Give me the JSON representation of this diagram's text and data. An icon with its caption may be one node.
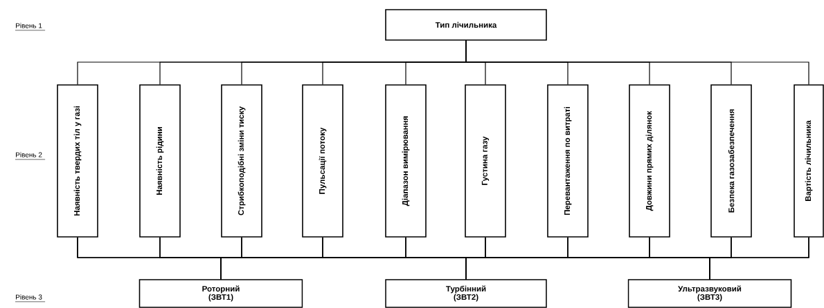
{
  "diagram": {
    "nodes": [
      {
        "text": [
          "Тип лічильника"
        ]
      },
      {
        "text": [
          "Наявність твердих тіл у газі"
        ]
      },
      {
        "text": [
          "Наявність рідини"
        ]
      },
      {
        "text": [
          "Стрибкоподібні зміни тиску"
        ]
      },
      {
        "text": [
          "Пульсації потоку"
        ]
      },
      {
        "text": [
          "Діапазон вимірювання"
        ]
      },
      {
        "text": [
          "Густина газу"
        ]
      },
      {
        "text": [
          "Перевантаження по витраті"
        ]
      },
      {
        "text": [
          "Довжини прямих ділянок"
        ]
      },
      {
        "text": [
          "Безпека газозабезпечення"
        ]
      },
      {
        "text": [
          "Вартість лічильника"
        ]
      },
      {
        "text": [
          "Роторний (ЗВТ1)"
        ]
      },
      {
        "text": [
          "Турбінний (ЗВТ2)"
        ]
      },
      {
        "text": [
          "Ультразвуковий (ЗВТ3)"
        ]
      }
    ],
    "edges": [
      {
        "from": 0,
        "to": 1,
        "arrow": "none"
      },
      {
        "from": 0,
        "to": 2,
        "arrow": "none"
      },
      {
        "from": 0,
        "to": 3,
        "arrow": "none"
      },
      {
        "from": 0,
        "to": 4,
        "arrow": "none"
      },
      {
        "from": 0,
        "to": 5,
        "arrow": "none"
      },
      {
        "from": 0,
        "to": 6,
        "arrow": "none"
      },
      {
        "from": 0,
        "to": 7,
        "arrow": "none"
      },
      {
        "from": 0,
        "to": 8,
        "arrow": "none"
      },
      {
        "from": 0,
        "to": 9,
        "arrow": "none"
      },
      {
        "from": 0,
        "to": 10,
        "arrow": "none"
      },
      {
        "from": 1,
        "to": 11,
        "arrow": "none"
      },
      {
        "from": 2,
        "to": 11,
        "arrow": "none"
      },
      {
        "from": 3,
        "to": 11,
        "arrow": "none"
      },
      {
        "from": 4,
        "to": 11,
        "arrow": "none"
      },
      {
        "from": 5,
        "to": 11,
        "arrow": "none"
      },
      {
        "from": 6,
        "to": 11,
        "arrow": "none"
      },
      {
        "from": 7,
        "to": 11,
        "arrow": "none"
      },
      {
        "from": 8,
        "to": 11,
        "arrow": "none"
      },
      {
        "from": 9,
        "to": 11,
        "arrow": "none"
      },
      {
        "from": 10,
        "to": 11,
        "arrow": "none"
      },
      {
        "from": 1,
        "to": 12,
        "arrow": "none"
      },
      {
        "from": 2,
        "to": 12,
        "arrow": "none"
      },
      {
        "from": 3,
        "to": 12,
        "arrow": "none"
      },
      {
        "from": 4,
        "to": 12,
        "arrow": "none"
      },
      {
        "from": 5,
        "to": 12,
        "arrow": "none"
      },
      {
        "from": 6,
        "to": 12,
        "arrow": "none"
      },
      {
        "from": 7,
        "to": 12,
        "arrow": "none"
      },
      {
        "from": 8,
        "to": 12,
        "arrow": "none"
      },
      {
        "from": 9,
        "to": 12,
        "arrow": "none"
      },
      {
        "from": 10,
        "to": 12,
        "arrow": "none"
      },
      {
        "from": 1,
        "to": 13,
        "arrow": "none"
      },
      {
        "from": 2,
        "to": 13,
        "arrow": "none"
      },
      {
        "from": 3,
        "to": 13,
        "arrow": "none"
      },
      {
        "from": 4,
        "to": 13,
        "arrow": "none"
      },
      {
        "from": 5,
        "to": 13,
        "arrow": "none"
      },
      {
        "from": 6,
        "to": 13,
        "arrow": "none"
      },
      {
        "from": 7,
        "to": 13,
        "arrow": "none"
      },
      {
        "from": 8,
        "to": 13,
        "arrow": "none"
      },
      {
        "from": 9,
        "to": 13,
        "arrow": "none"
      },
      {
        "from": 10,
        "to": 13,
        "arrow": "none"
      }
    ],
    "labels": [
      "Рівень 1",
      "Рівень 2",
      "Рівень 3"
    ]
  }
}
